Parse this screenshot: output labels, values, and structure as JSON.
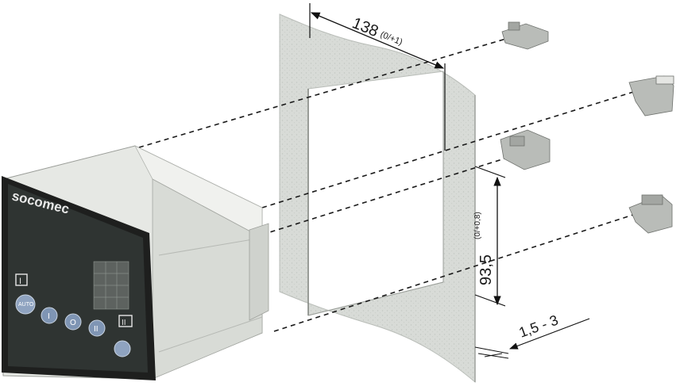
{
  "brand": {
    "logo_text": "socomec"
  },
  "dimensions": {
    "width": {
      "value": "138",
      "tolerance": "(0/+1)"
    },
    "height": {
      "value": "93,5",
      "tolerance": "(0/+0,8)"
    },
    "thickness": {
      "value": "1,5 - 3"
    }
  },
  "device": {
    "buttons": [
      "AUTO",
      "I",
      "O",
      "II"
    ],
    "position_labels": [
      "I",
      "II"
    ]
  },
  "colors": {
    "panel": "#d9dcd9",
    "panel_texture": "#c8ccc8",
    "housing": "#e4e6e2",
    "front_bezel": "#1f1f1f",
    "front_face": "#2e3230",
    "dimension_line": "#111111"
  }
}
